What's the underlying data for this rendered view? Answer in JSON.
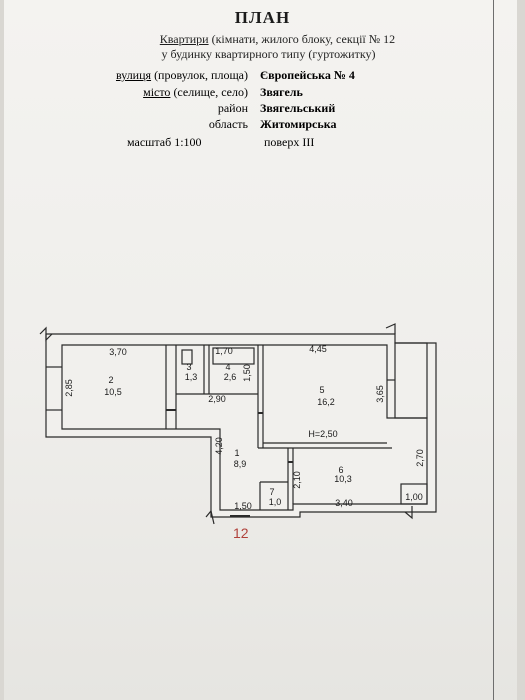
{
  "header": {
    "title": "ПЛАН",
    "line1_underlined": "Квартири",
    "line1_rest": " (кімнати, жилого блоку, секції № 12",
    "line2": "у будинку квартирного типу (гуртожитку)"
  },
  "address": {
    "street_label_underlined": "вулиця",
    "street_label_rest": " (провулок, площа)",
    "street_value": "Європейська № 4",
    "city_label_underlined": "місто",
    "city_label_rest": " (селище, село)",
    "city_value": "Звягель",
    "district_label": "район",
    "district_value": "Звягельський",
    "region_label": "область",
    "region_value": "Житомирська"
  },
  "scale": {
    "scale_text": "масштаб 1:100",
    "floor_text": "поверх III"
  },
  "plan": {
    "rooms": [
      {
        "id": "room-2",
        "number": "2",
        "area": "10,5"
      },
      {
        "id": "room-3",
        "number": "3",
        "area": "1,3"
      },
      {
        "id": "room-4",
        "number": "4",
        "area": "2,6"
      },
      {
        "id": "room-5",
        "number": "5",
        "area": "16,2"
      },
      {
        "id": "room-1",
        "number": "1",
        "area": "8,9"
      },
      {
        "id": "room-6",
        "number": "6",
        "area": "10,3"
      },
      {
        "id": "room-7",
        "number": "7",
        "area": "1,0"
      }
    ],
    "dimensions": {
      "d_3_70": "3,70",
      "d_2_85": "2,85",
      "d_1_70": "1,70",
      "d_1_50_v": "1,50",
      "d_4_45": "4,45",
      "d_3_65": "3,65",
      "d_2_90": "2,90",
      "d_4_20": "4,20",
      "d_2_10": "2,10",
      "d_2_70": "2,70",
      "d_3_40": "3,40",
      "d_1_00": "1,00",
      "d_1_50_h": "1,50"
    },
    "height_label": "H=2,50",
    "handwritten_number": "12"
  }
}
